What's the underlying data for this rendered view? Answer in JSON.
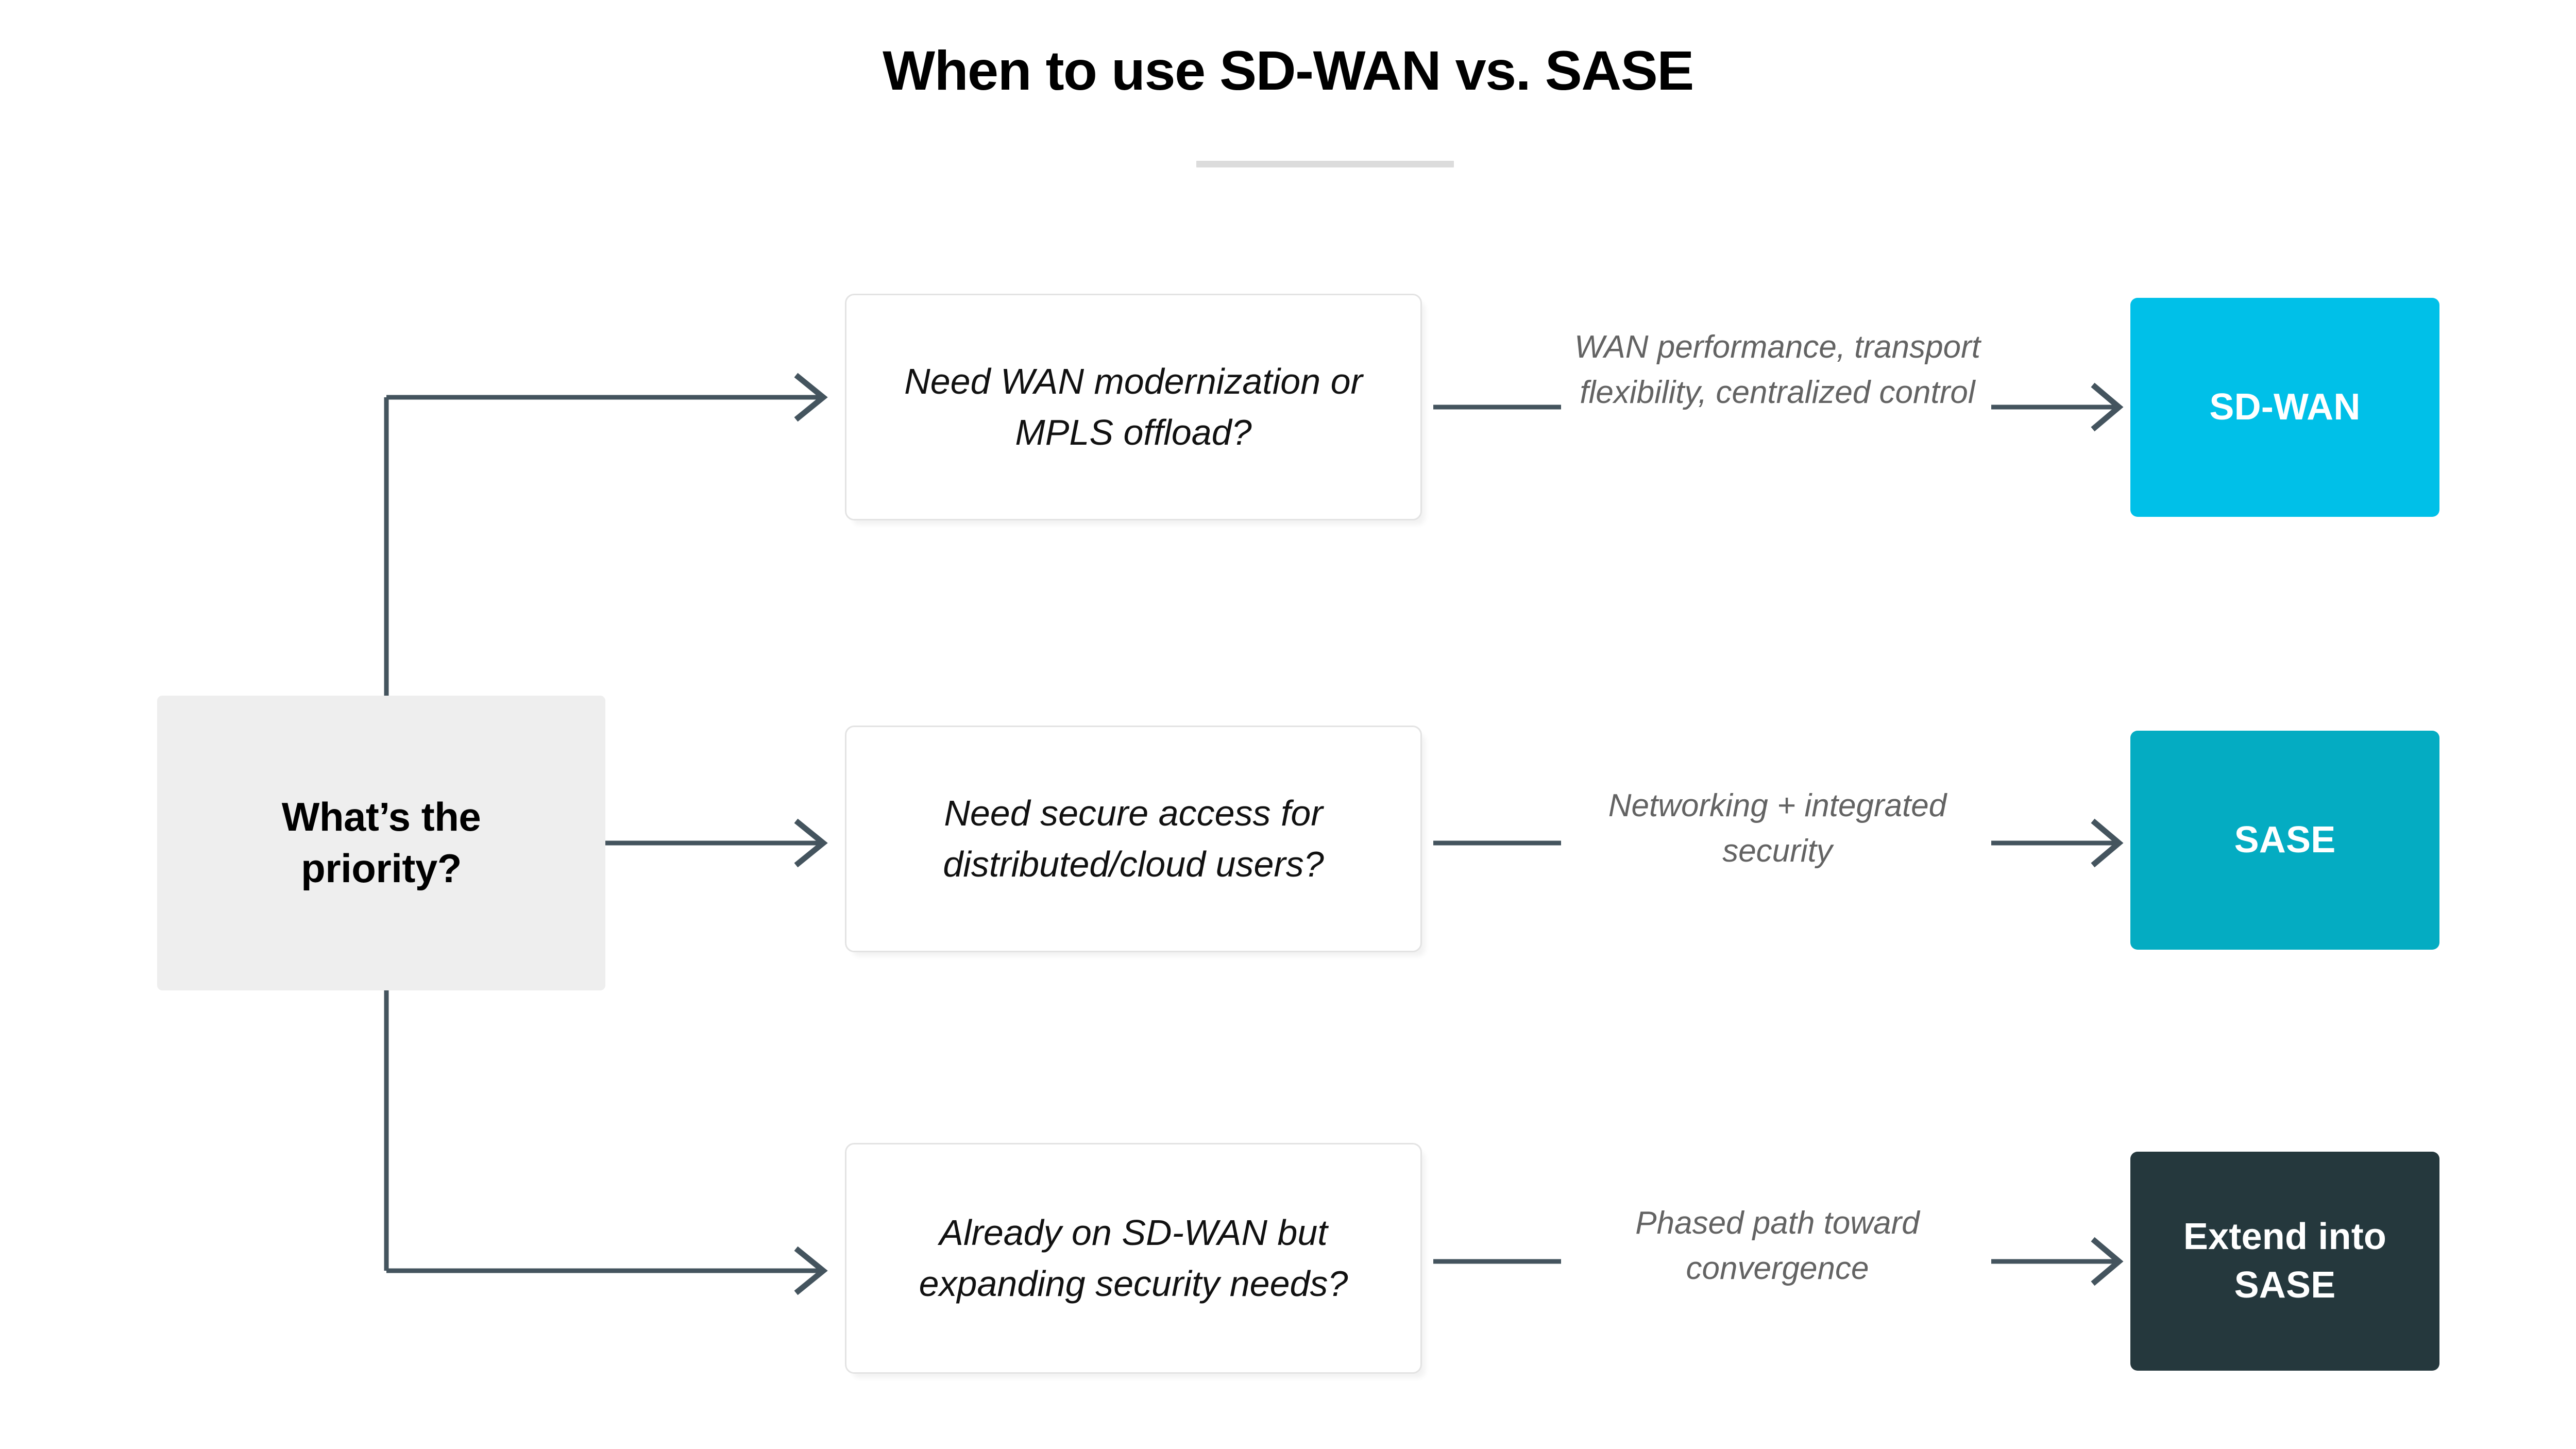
{
  "header": {
    "title": "When to use SD-WAN vs. SASE",
    "divider": "title-rule"
  },
  "colors": {
    "background": "#ffffff",
    "title_text": "#000000",
    "divider": "#dcdcdc",
    "start_node_bg": "#eeeeee",
    "question_node_bg": "#ffffff",
    "question_node_border": "#e3e3e3",
    "question_text": "#111111",
    "edge_label_text": "#636363",
    "connector": "#44545e",
    "sd_wan_bg": "#00c0e8",
    "sase_bg": "#04acc2",
    "extend_sase_bg": "#25383d",
    "result_text": "#ffffff"
  },
  "flow": {
    "start": {
      "label": "What’s the priority?",
      "line1": "What’s the",
      "line2": "priority?"
    },
    "branches": [
      {
        "id": "branch-sd-wan",
        "question": "Need WAN modernization or MPLS offload?",
        "edge_label": "WAN performance, transport flexibility, centralized control",
        "result": "SD-WAN",
        "result_color": "#00c0e8"
      },
      {
        "id": "branch-sase",
        "question": "Need secure access for distributed/cloud users?",
        "edge_label": "Networking + integrated security",
        "result": "SASE",
        "result_color": "#04acc2"
      },
      {
        "id": "branch-extend-sase",
        "question": "Already on SD-WAN but expanding security needs?",
        "edge_label": "Phased path toward convergence",
        "result": "Extend into SASE",
        "result_color": "#25383d"
      }
    ]
  }
}
